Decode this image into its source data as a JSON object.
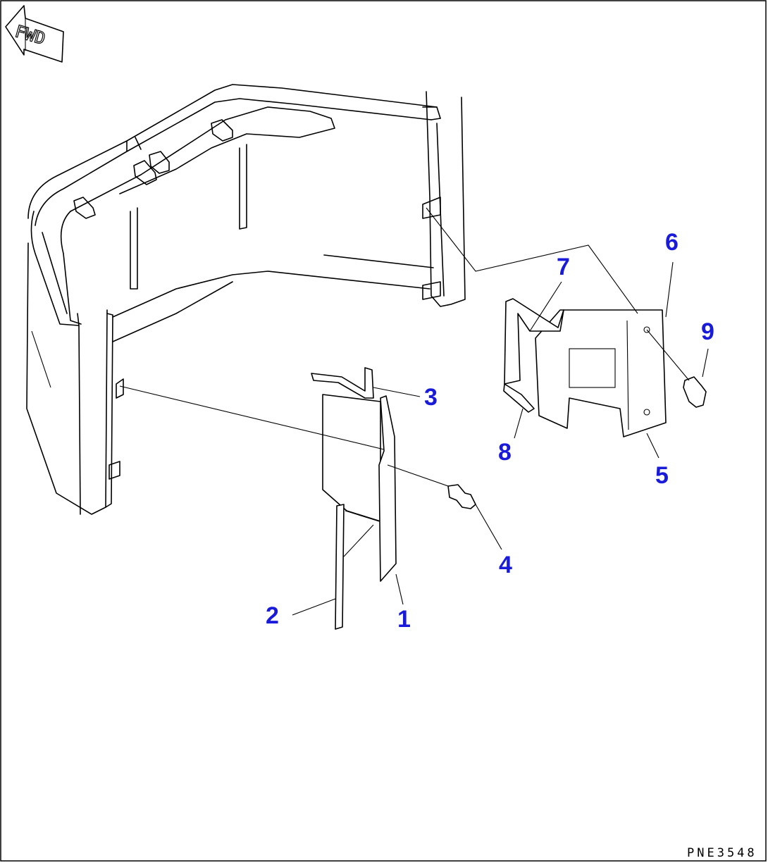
{
  "orientation": {
    "label": "FWD"
  },
  "callouts": [
    "1",
    "2",
    "3",
    "4",
    "5",
    "6",
    "7",
    "8",
    "9"
  ],
  "drawing_code": "PNE3548",
  "colors": {
    "callout": "#1a1adb",
    "line": "#000000",
    "background": "#ffffff"
  }
}
